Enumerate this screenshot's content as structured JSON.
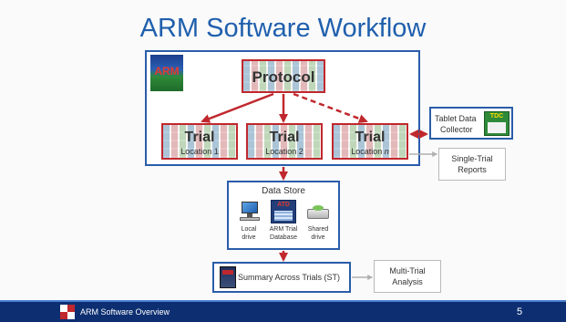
{
  "slide": {
    "title": "ARM Software Workflow",
    "footer_text": "ARM Software Overview",
    "page_number": "5"
  },
  "diagram": {
    "arm_logo_text": "ARM",
    "protocol": "Protocol",
    "trials": [
      {
        "title": "Trial",
        "location": "Location 1"
      },
      {
        "title": "Trial",
        "location": "Location 2"
      },
      {
        "title": "Trial",
        "location_prefix": "Location ",
        "location_suffix": "n"
      }
    ],
    "tdc": {
      "line1": "Tablet Data",
      "line2": "Collector",
      "badge": "TDC"
    },
    "single_trial": {
      "line1": "Single-Trial",
      "line2": "Reports"
    },
    "data_store": {
      "title": "Data Store",
      "atd_badge": "ATD",
      "items": [
        {
          "line1": "Local",
          "line2": "drive"
        },
        {
          "line1": "ARM Trial",
          "line2": "Database"
        },
        {
          "line1": "Shared",
          "line2": "drive"
        }
      ]
    },
    "summary": "Summary Across Trials (ST)",
    "multi_trial": {
      "line1": "Multi-Trial",
      "line2": "Analysis"
    }
  },
  "colors": {
    "title_blue": "#1f5fad",
    "box_blue": "#2a5caa",
    "arrow_red": "#c0282d",
    "footer_navy": "#0d2f72"
  }
}
